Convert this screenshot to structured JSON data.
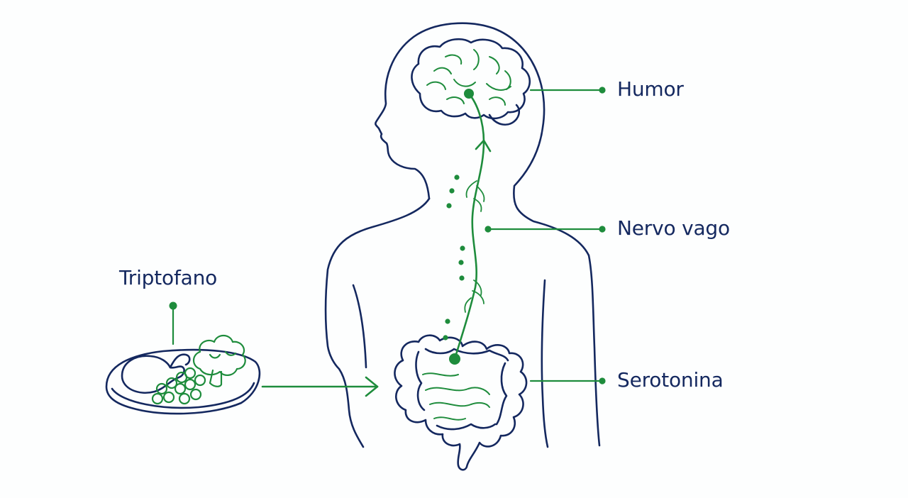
{
  "labels": {
    "humor": "Humor",
    "vagus_nerve": "Nervo vago",
    "serotonin": "Serotonina",
    "tryptophan": "Triptofano"
  },
  "colors": {
    "outline": "#14285f",
    "accent": "#1e8c3c",
    "text": "#14285f"
  }
}
